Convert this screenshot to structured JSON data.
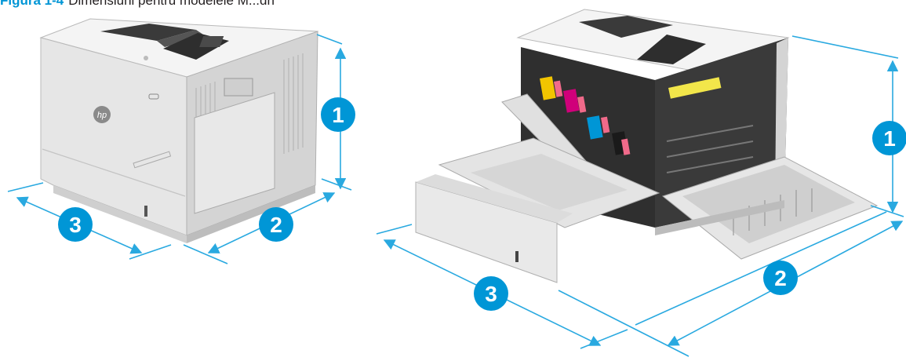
{
  "caption": {
    "label": "Figura 1-4",
    "text": "Dimensiuni pentru modelele M...dn"
  },
  "callouts": {
    "closed": {
      "height": "1",
      "depth": "2",
      "width": "3"
    },
    "open": {
      "height": "1",
      "depth": "2",
      "width": "3"
    }
  },
  "printer": {
    "brand": "hp"
  },
  "colors": {
    "callout": "#0096d6",
    "line": "#29a9e0",
    "body": "#e3e3e3",
    "top": "#f3f3f3",
    "dark": "#2b2b2b"
  }
}
